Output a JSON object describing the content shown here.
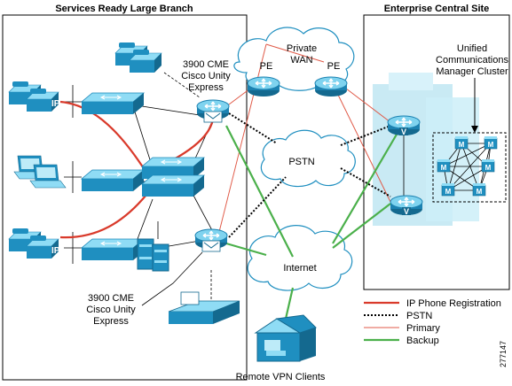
{
  "regions": {
    "branch_title": "Services Ready Large Branch",
    "enterprise_title": "Enterprise Central Site"
  },
  "clouds": {
    "private_wan_line1": "Private",
    "private_wan_line2": "WAN",
    "pstn": "PSTN",
    "internet": "Internet"
  },
  "labels": {
    "pe_left": "PE",
    "pe_right": "PE",
    "cme_top_line1": "3900 CME",
    "cme_top_line2": "Cisco Unity",
    "cme_top_line3": "Express",
    "cme_bottom_line1": "3900 CME",
    "cme_bottom_line2": "Cisco Unity",
    "cme_bottom_line3": "Express",
    "ucm_line1": "Unified",
    "ucm_line2": "Communications",
    "ucm_line3": "Manager Cluster",
    "remote_vpn": "Remote VPN Clients",
    "ip_phone_1": "IP",
    "ip_phone_2": "IP",
    "v_router_1": "V",
    "v_router_2": "V",
    "m_node": "M",
    "figure_id": "277147"
  },
  "legend": [
    {
      "label": "IP Phone Registration",
      "color": "#d93a2b",
      "style": "thick"
    },
    {
      "label": "PSTN",
      "color": "#000000",
      "style": "dotted"
    },
    {
      "label": "Primary",
      "color": "#e05a48",
      "style": "thin"
    },
    {
      "label": "Backup",
      "color": "#4bb04b",
      "style": "thick"
    }
  ],
  "colors": {
    "device_blue": "#1f8fc0",
    "device_light": "#7fd0ec",
    "ucm_bg": "#bfe6f2"
  }
}
